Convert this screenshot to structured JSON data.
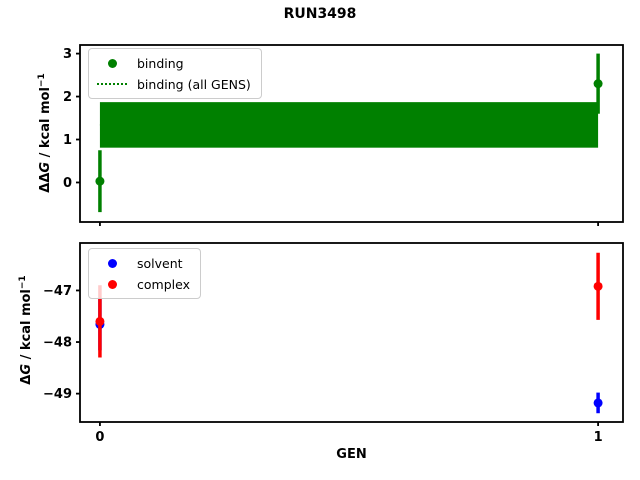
{
  "figure": {
    "title": "RUN3498",
    "xlabel": "GEN"
  },
  "colors": {
    "binding": "#008000",
    "solvent": "#0000ff",
    "complex": "#ff0000",
    "axes": "#000000",
    "legend_border": "#cccccc"
  },
  "chart_data": [
    {
      "type": "errorbar",
      "title": "",
      "xlabel": "",
      "ylabel": "ΔΔG / kcal mol⁻¹",
      "ylabel_parts": {
        "prefix": "ΔΔ",
        "symbol": "G",
        "unit": " / kcal mol",
        "exponent": "−1"
      },
      "x": [
        0,
        1
      ],
      "xlim": [
        -0.04,
        1.05
      ],
      "ylim": [
        -0.92,
        3.2
      ],
      "xticks": [
        0,
        1
      ],
      "xticklabels": [],
      "yticks": [
        0,
        1,
        2,
        3
      ],
      "yticklabels": [
        "0",
        "1",
        "2",
        "3"
      ],
      "grid": false,
      "series": [
        {
          "name": "binding",
          "color": "#008000",
          "y": [
            0.03,
            2.3
          ],
          "yerr": [
            0.72,
            0.7
          ]
        }
      ],
      "band": {
        "name": "binding (all GENS)",
        "color": "#008000",
        "line_style": "dotted",
        "center": 1.34,
        "low": 0.81,
        "high": 1.87,
        "x_start": 0,
        "x_end": 1
      },
      "legend": {
        "entries": [
          "binding",
          "binding (all GENS)"
        ],
        "position": "upper left"
      }
    },
    {
      "type": "errorbar",
      "title": "",
      "xlabel": "GEN",
      "ylabel": "ΔG / kcal mol⁻¹",
      "ylabel_parts": {
        "prefix": "Δ",
        "symbol": "G",
        "unit": " / kcal mol",
        "exponent": "−1"
      },
      "x": [
        0,
        1
      ],
      "xlim": [
        -0.04,
        1.05
      ],
      "ylim": [
        -49.55,
        -46.08
      ],
      "xticks": [
        0,
        1
      ],
      "xticklabels": [
        "0",
        "1"
      ],
      "yticks": [
        -47,
        -48,
        -49
      ],
      "yticklabels": [
        "−47",
        "−48",
        "−49"
      ],
      "grid": false,
      "series": [
        {
          "name": "solvent",
          "color": "#0000ff",
          "y": [
            -47.66,
            -49.18
          ],
          "yerr": [
            0.5,
            0.2
          ]
        },
        {
          "name": "complex",
          "color": "#ff0000",
          "y": [
            -47.6,
            -46.92
          ],
          "yerr": [
            0.7,
            0.65
          ]
        }
      ],
      "legend": {
        "entries": [
          "solvent",
          "complex"
        ],
        "position": "upper left"
      }
    }
  ]
}
